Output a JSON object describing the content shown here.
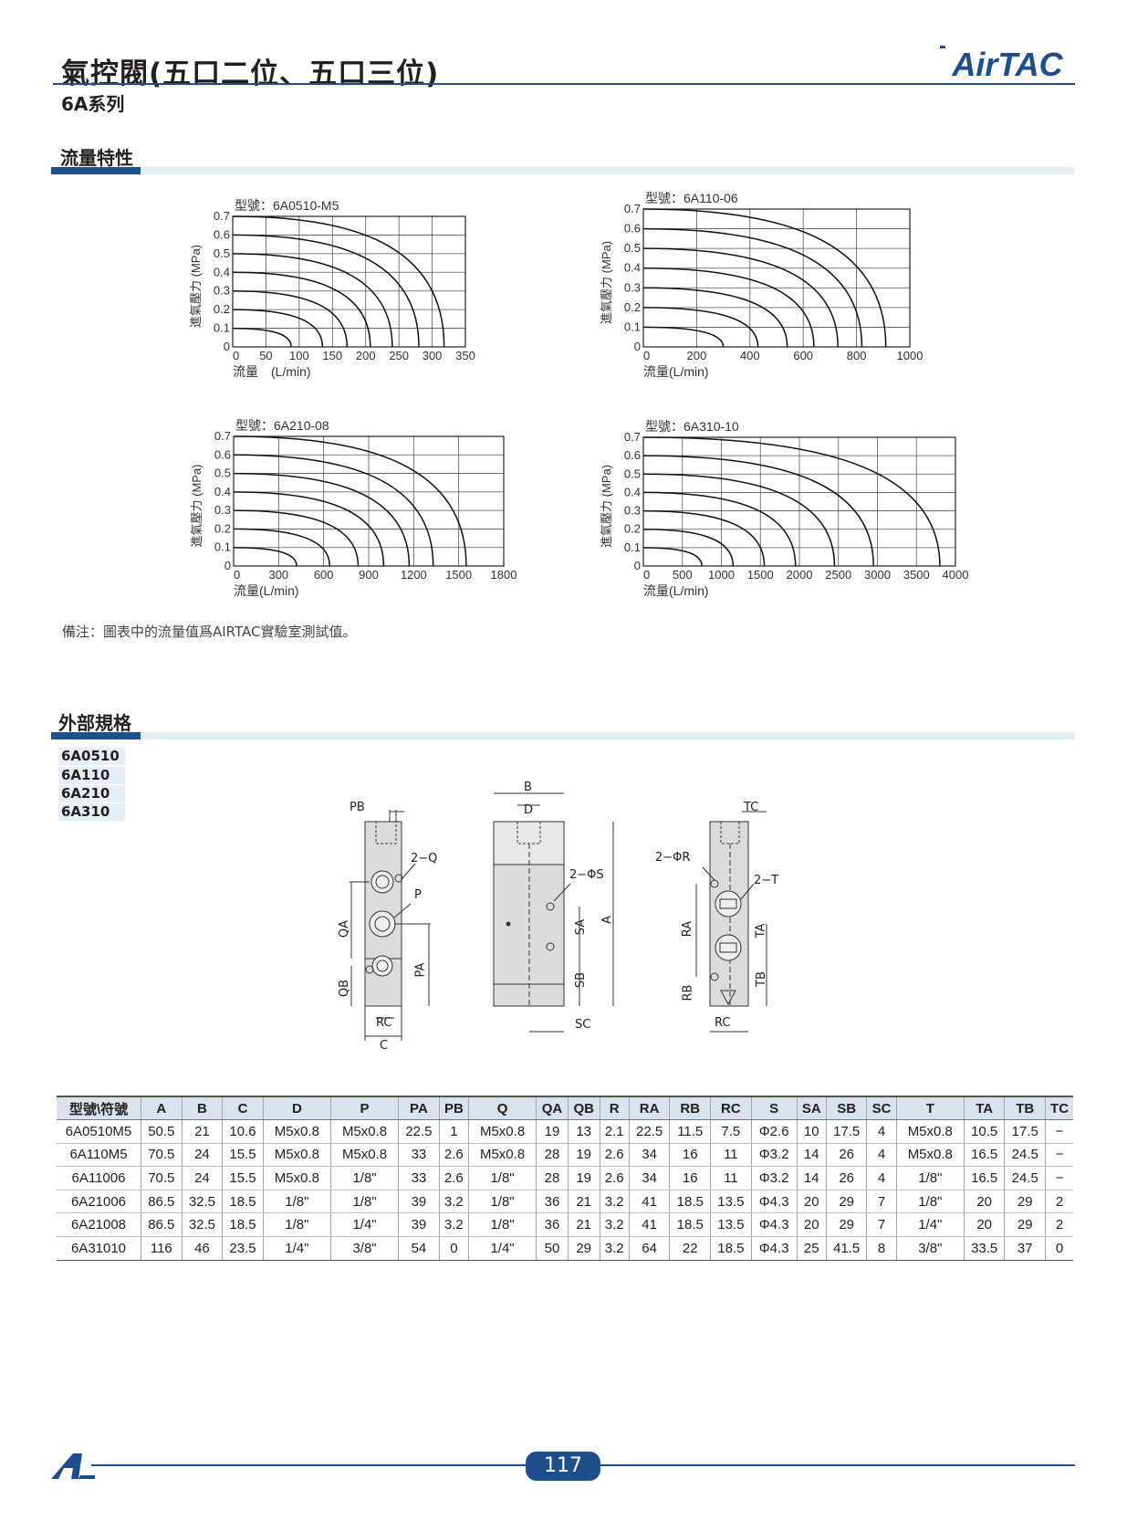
{
  "header": {
    "title": "氣控閥(五口二位、五口三位)",
    "series": "6A系列",
    "brand": "AirTAC"
  },
  "flow_section": {
    "heading": "流量特性",
    "note": "備注：圖表中的流量值爲AIRTAC實驗室測試值。"
  },
  "chart_data": [
    {
      "type": "line",
      "title": "型號：6A0510-M5",
      "xlabel": "流量　(L/min)",
      "ylabel": "進氣壓力 (MPa)",
      "xlim": [
        0,
        350
      ],
      "ylim": [
        0,
        0.7
      ],
      "xticks": [
        "0",
        "50",
        "100",
        "150",
        "200",
        "250",
        "300",
        "350"
      ],
      "yticks": [
        "0",
        "0.1",
        "0.2",
        "0.3",
        "0.4",
        "0.5",
        "0.6",
        "0.7"
      ],
      "grid": true,
      "series": [
        {
          "pressure": 0.1,
          "max_flow": 88
        },
        {
          "pressure": 0.2,
          "max_flow": 135
        },
        {
          "pressure": 0.3,
          "max_flow": 172
        },
        {
          "pressure": 0.4,
          "max_flow": 207
        },
        {
          "pressure": 0.5,
          "max_flow": 240
        },
        {
          "pressure": 0.6,
          "max_flow": 280
        },
        {
          "pressure": 0.7,
          "max_flow": 318
        }
      ]
    },
    {
      "type": "line",
      "title": "型號：6A110-06",
      "xlabel": "流量(L/min)",
      "ylabel": "進氣壓力 (MPa)",
      "xlim": [
        0,
        1000
      ],
      "ylim": [
        0,
        0.7
      ],
      "xticks": [
        "0",
        "200",
        "400",
        "600",
        "800",
        "1000"
      ],
      "yticks": [
        "0",
        "0.1",
        "0.2",
        "0.3",
        "0.4",
        "0.5",
        "0.6",
        "0.7"
      ],
      "grid": true,
      "series": [
        {
          "pressure": 0.1,
          "max_flow": 300
        },
        {
          "pressure": 0.2,
          "max_flow": 430
        },
        {
          "pressure": 0.3,
          "max_flow": 540
        },
        {
          "pressure": 0.4,
          "max_flow": 640
        },
        {
          "pressure": 0.5,
          "max_flow": 730
        },
        {
          "pressure": 0.6,
          "max_flow": 820
        },
        {
          "pressure": 0.7,
          "max_flow": 910
        }
      ]
    },
    {
      "type": "line",
      "title": "型號：6A210-08",
      "xlabel": "流量(L/min)",
      "ylabel": "進氣壓力 (MPa)",
      "xlim": [
        0,
        1800
      ],
      "ylim": [
        0,
        0.7
      ],
      "xticks": [
        "0",
        "300",
        "600",
        "900",
        "1200",
        "1500",
        "1800"
      ],
      "yticks": [
        "0",
        "0.1",
        "0.2",
        "0.3",
        "0.4",
        "0.5",
        "0.6",
        "0.7"
      ],
      "grid": true,
      "series": [
        {
          "pressure": 0.1,
          "max_flow": 420
        },
        {
          "pressure": 0.2,
          "max_flow": 640
        },
        {
          "pressure": 0.3,
          "max_flow": 830
        },
        {
          "pressure": 0.4,
          "max_flow": 1000
        },
        {
          "pressure": 0.5,
          "max_flow": 1170
        },
        {
          "pressure": 0.6,
          "max_flow": 1330
        },
        {
          "pressure": 0.7,
          "max_flow": 1550
        }
      ]
    },
    {
      "type": "line",
      "title": "型號：6A310-10",
      "xlabel": "流量(L/min)",
      "ylabel": "進氣壓力 (MPa)",
      "xlim": [
        0,
        4000
      ],
      "ylim": [
        0,
        0.7
      ],
      "xticks": [
        "0",
        "500",
        "1000",
        "1500",
        "2000",
        "2500",
        "3000",
        "3500",
        "4000"
      ],
      "yticks": [
        "0",
        "0.1",
        "0.2",
        "0.3",
        "0.4",
        "0.5",
        "0.6",
        "0.7"
      ],
      "grid": true,
      "series": [
        {
          "pressure": 0.1,
          "max_flow": 750
        },
        {
          "pressure": 0.2,
          "max_flow": 1150
        },
        {
          "pressure": 0.3,
          "max_flow": 1550
        },
        {
          "pressure": 0.4,
          "max_flow": 1950
        },
        {
          "pressure": 0.5,
          "max_flow": 2450
        },
        {
          "pressure": 0.6,
          "max_flow": 2950
        },
        {
          "pressure": 0.7,
          "max_flow": 3800
        }
      ]
    }
  ],
  "dimension_section": {
    "heading": "外部規格",
    "models": [
      "6A0510",
      "6A110",
      "6A210",
      "6A310"
    ],
    "drawing_labels": {
      "pb": "PB",
      "q2": "2−Q",
      "p": "P",
      "qa": "QA",
      "qb": "QB",
      "pa": "PA",
      "rc": "RC",
      "c": "C",
      "b": "B",
      "d": "D",
      "s2": "2−ΦS",
      "sa": "SA",
      "sb": "SB",
      "a": "A",
      "sc": "SC",
      "tc": "TC",
      "r2": "2−ΦR",
      "t2": "2−T",
      "ra": "RA",
      "rb": "RB",
      "ta": "TA",
      "tb": "TB",
      "rc2": "RC"
    }
  },
  "spec_table": {
    "headers": [
      "型號\\符號",
      "A",
      "B",
      "C",
      "D",
      "P",
      "PA",
      "PB",
      "Q",
      "QA",
      "QB",
      "R",
      "RA",
      "RB",
      "RC",
      "S",
      "SA",
      "SB",
      "SC",
      "T",
      "TA",
      "TB",
      "TC"
    ],
    "rows": [
      [
        "6A0510M5",
        "50.5",
        "21",
        "10.6",
        "M5x0.8",
        "M5x0.8",
        "22.5",
        "1",
        "M5x0.8",
        "19",
        "13",
        "2.1",
        "22.5",
        "11.5",
        "7.5",
        "Φ2.6",
        "10",
        "17.5",
        "4",
        "M5x0.8",
        "10.5",
        "17.5",
        "−"
      ],
      [
        "6A110M5",
        "70.5",
        "24",
        "15.5",
        "M5x0.8",
        "M5x0.8",
        "33",
        "2.6",
        "M5x0.8",
        "28",
        "19",
        "2.6",
        "34",
        "16",
        "11",
        "Φ3.2",
        "14",
        "26",
        "4",
        "M5x0.8",
        "16.5",
        "24.5",
        "−"
      ],
      [
        "6A11006",
        "70.5",
        "24",
        "15.5",
        "M5x0.8",
        "1/8\"",
        "33",
        "2.6",
        "1/8\"",
        "28",
        "19",
        "2.6",
        "34",
        "16",
        "11",
        "Φ3.2",
        "14",
        "26",
        "4",
        "1/8\"",
        "16.5",
        "24.5",
        "−"
      ],
      [
        "6A21006",
        "86.5",
        "32.5",
        "18.5",
        "1/8\"",
        "1/8\"",
        "39",
        "3.2",
        "1/8\"",
        "36",
        "21",
        "3.2",
        "41",
        "18.5",
        "13.5",
        "Φ4.3",
        "20",
        "29",
        "7",
        "1/8\"",
        "20",
        "29",
        "2"
      ],
      [
        "6A21008",
        "86.5",
        "32.5",
        "18.5",
        "1/8\"",
        "1/4\"",
        "39",
        "3.2",
        "1/8\"",
        "36",
        "21",
        "3.2",
        "41",
        "18.5",
        "13.5",
        "Φ4.3",
        "20",
        "29",
        "7",
        "1/4\"",
        "20",
        "29",
        "2"
      ],
      [
        "6A31010",
        "116",
        "46",
        "23.5",
        "1/4\"",
        "3/8\"",
        "54",
        "0",
        "1/4\"",
        "50",
        "29",
        "3.2",
        "64",
        "22",
        "18.5",
        "Φ4.3",
        "25",
        "41.5",
        "8",
        "3/8\"",
        "33.5",
        "37",
        "0"
      ]
    ]
  },
  "footer": {
    "page_number": "117"
  },
  "colors": {
    "brand_blue": "#1f4e8c",
    "header_fill": "#d9e3ee",
    "light_bar": "#e6eef6"
  }
}
